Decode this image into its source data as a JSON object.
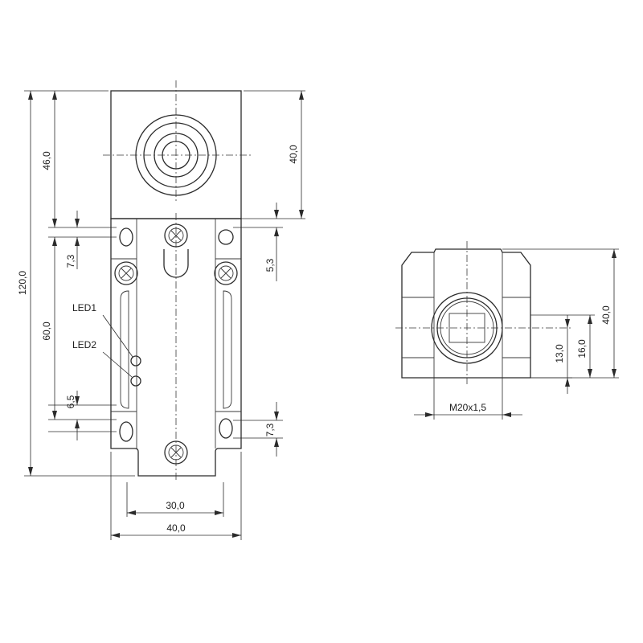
{
  "front_view": {
    "dim_total_height": "120,0",
    "dim_head_height": "46,0",
    "dim_lower_height": "60,0",
    "dim_head_right": "40,0",
    "dim_left_upper_hole": "7,3",
    "dim_right_upper_hole": "5,3",
    "dim_left_lower_hole": "6,5",
    "dim_right_lower_hole": "7,3",
    "dim_inner_width": "30,0",
    "dim_total_width": "40,0",
    "led1_label": "LED1",
    "led2_label": "LED2"
  },
  "side_view": {
    "dim_height": "40,0",
    "dim_center_height": "13,0",
    "dim_axis_height": "16,0",
    "dim_thread": "M20x1,5"
  }
}
